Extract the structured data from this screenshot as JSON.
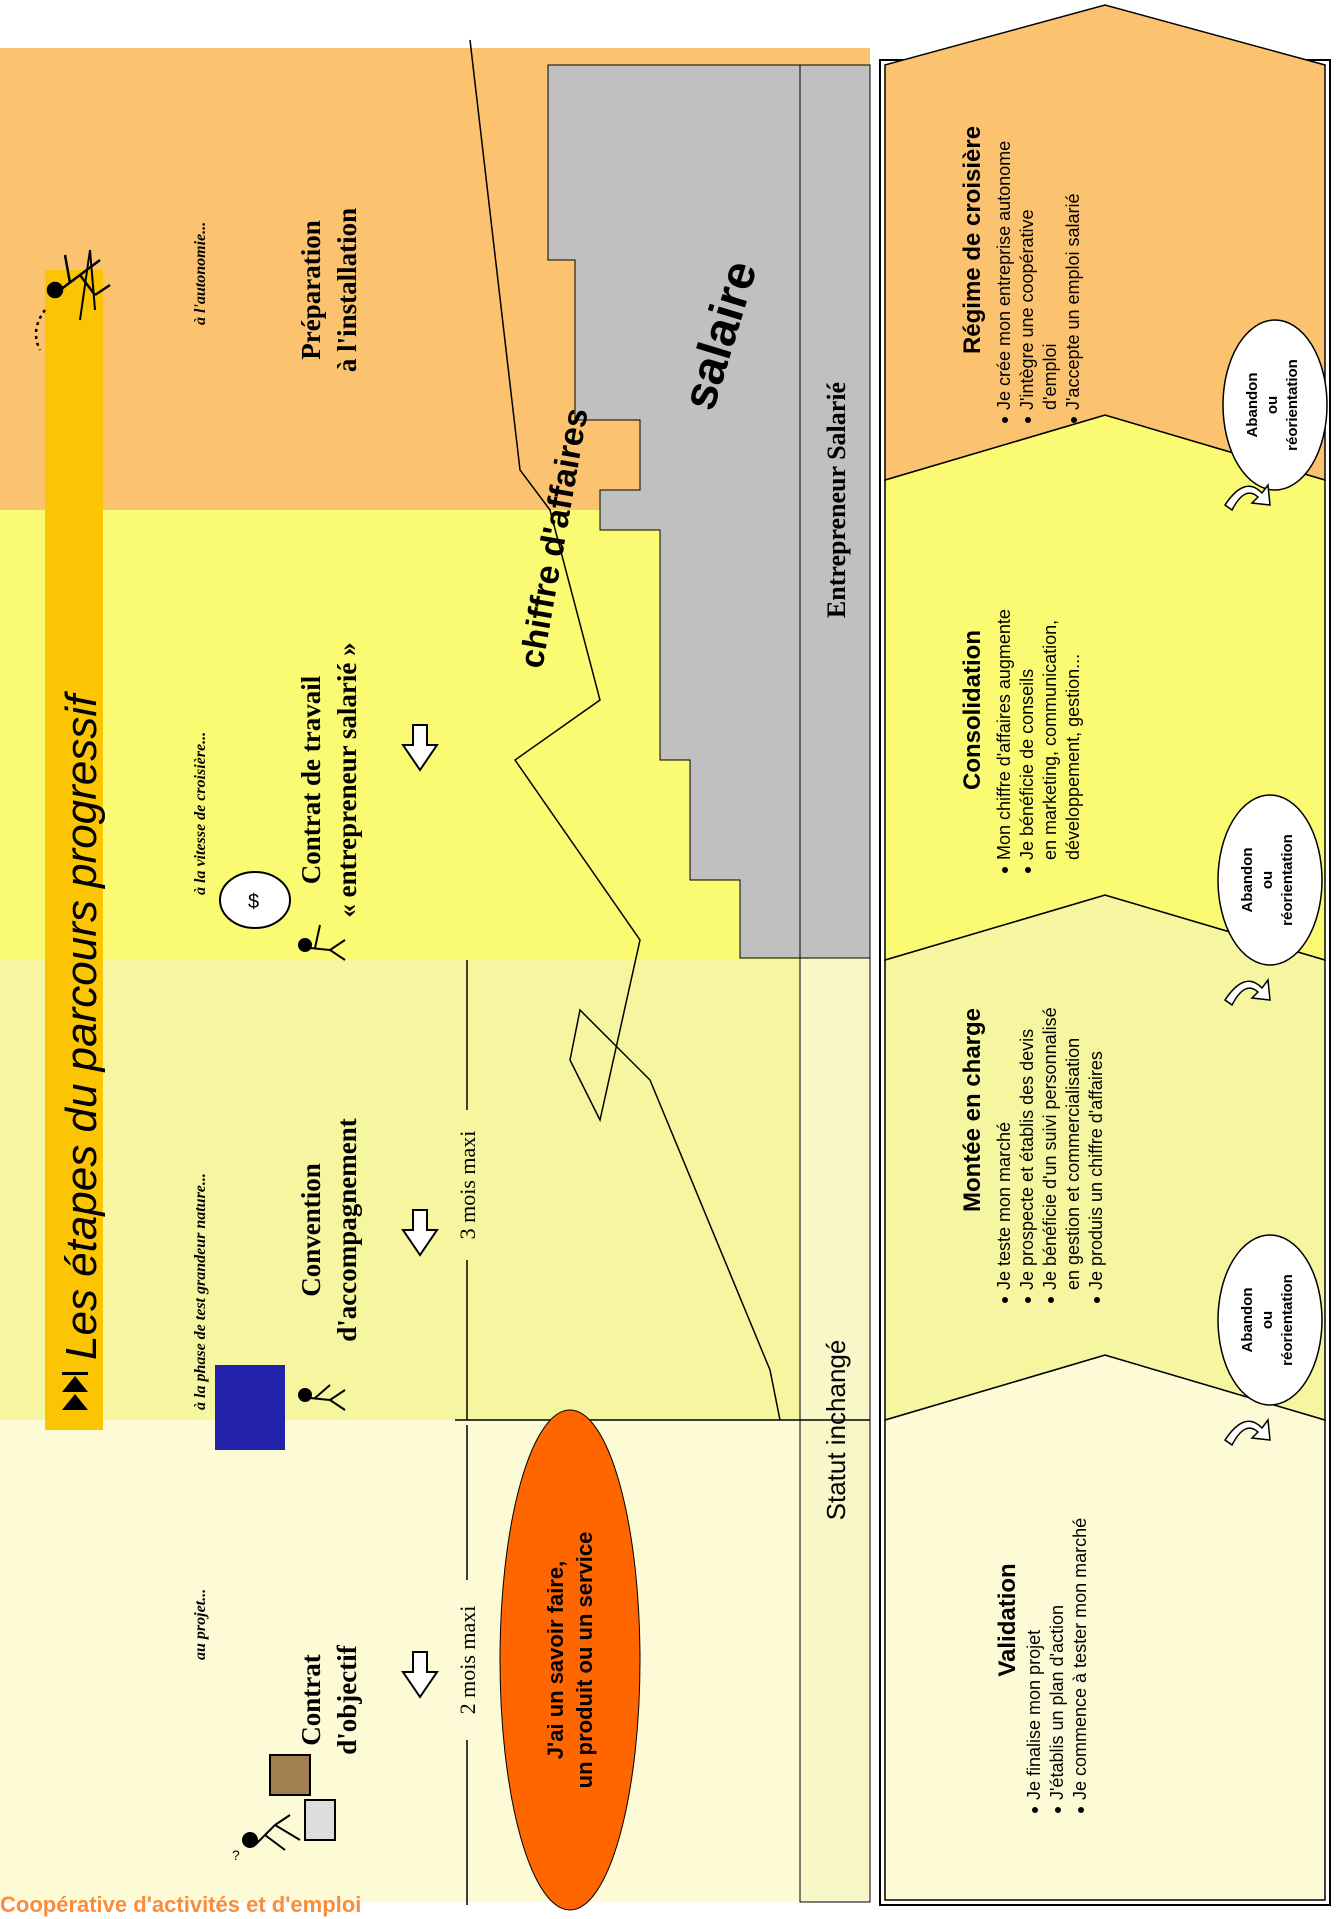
{
  "title": "Les étapes du parcours progressif",
  "footer": "Coopérative d'activités et d'emploi",
  "band_colors": [
    "#fdfbd6",
    "#f6f6a0",
    "#fbfa73",
    "#fbc36f"
  ],
  "accent": "#fbc504",
  "phases": [
    {
      "phrase": "au projet...",
      "contract_lines": [
        "Contrat",
        "d'objectif"
      ]
    },
    {
      "phrase": "à la phase de test grandeur nature...",
      "contract_lines": [
        "Convention",
        "d'accompagnement"
      ]
    },
    {
      "phrase": "à la vitesse de croisière...",
      "contract_lines": [
        "Contrat de travail",
        "« entrepreneur salarié »"
      ]
    },
    {
      "phrase": "à l'autonomie...",
      "contract_lines": [
        "Préparation",
        "à l'installation"
      ]
    }
  ],
  "durations": [
    "2 mois maxi",
    "3 mois maxi"
  ],
  "oval_lines": [
    "J'ai un savoir faire,",
    "un produit ou un service"
  ],
  "oval_color": "#ff6600",
  "salaire": "salaire",
  "chiffre": "chiffre d'affaires",
  "statuses": [
    "Statut inchangé",
    "Entrepreneur Salarié"
  ],
  "stages": [
    {
      "title": "Validation",
      "items": [
        "Je finalise mon projet",
        "J'établis un plan d'action",
        "Je commence à tester mon marché"
      ]
    },
    {
      "title": "Montée en charge",
      "items": [
        "Je teste mon marché",
        "Je prospecte et établis des devis",
        "Je bénéficie d'un suivi personnalisé",
        "en gestion et commercialisation",
        "Je produis un chiffre d'affaires"
      ]
    },
    {
      "title": "Consolidation",
      "items": [
        "Mon chiffre d'affaires augmente",
        "Je bénéficie de conseils",
        "en marketing, communication,",
        "développement, gestion..."
      ]
    },
    {
      "title": "Régime de croisière",
      "items": [
        "Je crée mon entreprise autonome",
        "J'intègre une coopérative",
        "d'emploi",
        "J'accepte un emploi salarié"
      ]
    }
  ],
  "exit_lines": [
    "Abandon",
    "ou",
    "réorientation"
  ],
  "icons": [
    "fast-forward-icon",
    "thinking-person-icon",
    "facture-person-icon",
    "money-bag-person-icon",
    "jumping-person-icon",
    "right-arrow-icon",
    "curved-arrow-icon"
  ]
}
